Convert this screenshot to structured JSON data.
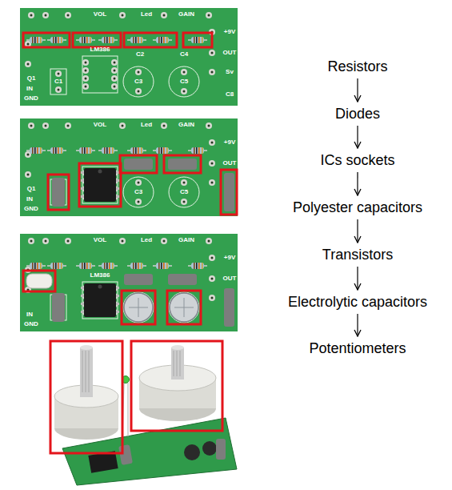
{
  "diagram": {
    "nodes": [
      {
        "text": [
          "Resistors"
        ]
      },
      {
        "text": [
          "Diodes"
        ]
      },
      {
        "text": [
          "ICs sockets"
        ]
      },
      {
        "text": [
          "Polyester capacitors"
        ]
      },
      {
        "text": [
          "Transistors"
        ]
      },
      {
        "text": [
          "Electrolytic capacitors"
        ]
      },
      {
        "text": [
          "Potentiometers"
        ]
      }
    ],
    "edges": [
      {
        "from": 0,
        "to": 1,
        "arrow": "to"
      },
      {
        "from": 1,
        "to": 2,
        "arrow": "to"
      },
      {
        "from": 2,
        "to": 3,
        "arrow": "to"
      },
      {
        "from": 3,
        "to": 4,
        "arrow": "to"
      },
      {
        "from": 4,
        "to": 5,
        "arrow": "to"
      },
      {
        "from": 5,
        "to": 6,
        "arrow": "to"
      }
    ],
    "labels": [
      "VOL",
      "Led",
      "GAIN",
      "+9V",
      "OUT",
      "Sv",
      "LM386",
      "C1",
      "C2",
      "C3",
      "C4",
      "C5",
      "C8",
      "Q1",
      "IN",
      "GND",
      "VOL",
      "Led",
      "GAIN",
      "+9V",
      "OUT",
      "C3",
      "C5",
      "Q1",
      "IN",
      "GND",
      "VOL",
      "Led",
      "GAIN",
      "+9V",
      "OUT",
      "LM386",
      "IN",
      "GND"
    ]
  }
}
